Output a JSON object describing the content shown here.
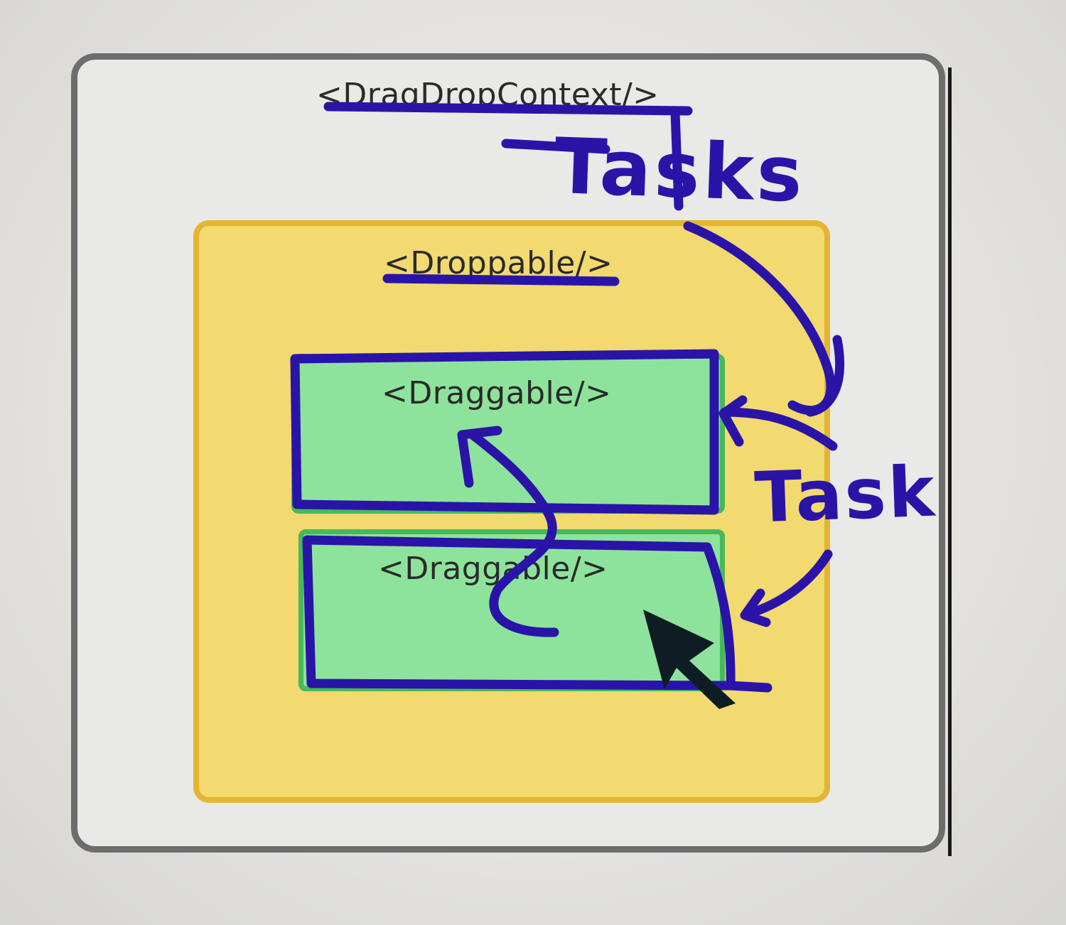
{
  "diagram": {
    "context_label": "<DragDropContext/>",
    "droppable_label": "<Droppable/>",
    "draggables": [
      {
        "label": "<Draggable/>"
      },
      {
        "label": "<Draggable/>"
      }
    ]
  },
  "annotations": {
    "tasks_label": "Tasks",
    "task_label": "Task",
    "ink_color": "#2a14a8"
  },
  "colors": {
    "context_border": "#6d6d6d",
    "droppable_fill": "#f2d970",
    "droppable_border": "#e4b533",
    "draggable_fill": "#8ee39c",
    "draggable_border": "#46b95a",
    "cursor": "#0e1d24"
  }
}
